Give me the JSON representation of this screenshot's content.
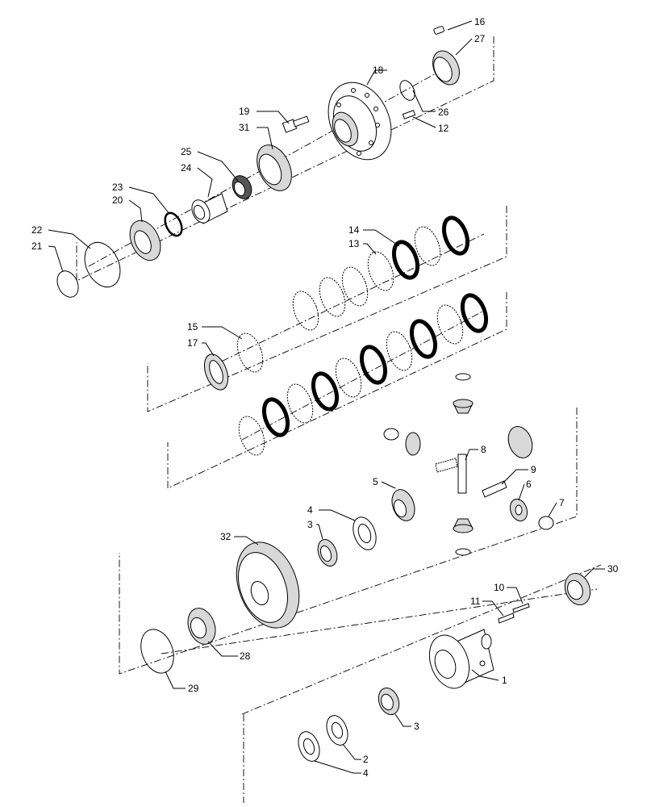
{
  "diagram": {
    "callouts": [
      {
        "id": "c16",
        "text": "16"
      },
      {
        "id": "c27",
        "text": "27"
      },
      {
        "id": "c18",
        "text": "18"
      },
      {
        "id": "c19",
        "text": "19"
      },
      {
        "id": "c26",
        "text": "26"
      },
      {
        "id": "c31",
        "text": "31"
      },
      {
        "id": "c12",
        "text": "12"
      },
      {
        "id": "c25",
        "text": "25"
      },
      {
        "id": "c24",
        "text": "24"
      },
      {
        "id": "c23",
        "text": "23"
      },
      {
        "id": "c20",
        "text": "20"
      },
      {
        "id": "c22",
        "text": "22"
      },
      {
        "id": "c21",
        "text": "21"
      },
      {
        "id": "c14",
        "text": "14"
      },
      {
        "id": "c13",
        "text": "13"
      },
      {
        "id": "c15",
        "text": "15"
      },
      {
        "id": "c17",
        "text": "17"
      },
      {
        "id": "c8",
        "text": "8"
      },
      {
        "id": "c9",
        "text": "9"
      },
      {
        "id": "c5",
        "text": "5"
      },
      {
        "id": "c6",
        "text": "6"
      },
      {
        "id": "c7",
        "text": "7"
      },
      {
        "id": "c4a",
        "text": "4"
      },
      {
        "id": "c3a",
        "text": "3"
      },
      {
        "id": "c32",
        "text": "32"
      },
      {
        "id": "c30",
        "text": "30"
      },
      {
        "id": "c10",
        "text": "10"
      },
      {
        "id": "c11",
        "text": "11"
      },
      {
        "id": "c28",
        "text": "28"
      },
      {
        "id": "c1",
        "text": "1"
      },
      {
        "id": "c29",
        "text": "29"
      },
      {
        "id": "c3b",
        "text": "3"
      },
      {
        "id": "c2",
        "text": "2"
      },
      {
        "id": "c4b",
        "text": "4"
      }
    ]
  }
}
